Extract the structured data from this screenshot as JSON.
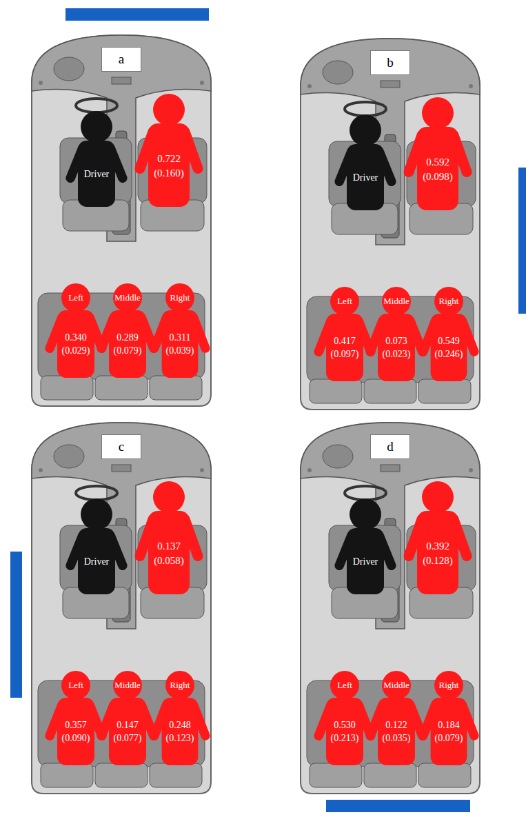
{
  "diagram": {
    "nodes": [
      {
        "text": [
          "a"
        ]
      },
      {
        "text": [
          "Driver"
        ],
        "in": 0
      },
      {
        "text": [
          "0.722 (0.160)"
        ],
        "in": 0
      },
      {
        "text": [
          "Left",
          "0.340 (0.029)"
        ],
        "in": 0
      },
      {
        "text": [
          "Middle",
          "0.289 (0.079)"
        ],
        "in": 0
      },
      {
        "text": [
          "Right",
          "0.311 (0.039)"
        ],
        "in": 0
      },
      {
        "text": [
          "b"
        ]
      },
      {
        "text": [
          "Driver"
        ],
        "in": 6
      },
      {
        "text": [
          "0.592 (0.098)"
        ],
        "in": 6
      },
      {
        "text": [
          "Left",
          "0.417 (0.097)"
        ],
        "in": 6
      },
      {
        "text": [
          "Middle",
          "0.073 (0.023)"
        ],
        "in": 6
      },
      {
        "text": [
          "Right",
          "0.549 (0.246)"
        ],
        "in": 6
      },
      {
        "text": [
          "c"
        ]
      },
      {
        "text": [
          "Driver"
        ],
        "in": 12
      },
      {
        "text": [
          "0.137 (0.058)"
        ],
        "in": 12
      },
      {
        "text": [
          "Left",
          "0.357 (0.090)"
        ],
        "in": 12
      },
      {
        "text": [
          "Middle",
          "0.147 (0.077)"
        ],
        "in": 12
      },
      {
        "text": [
          "Right",
          "0.248 (0.123)"
        ],
        "in": 12
      },
      {
        "text": [
          "d"
        ]
      },
      {
        "text": [
          "Driver"
        ],
        "in": 18
      },
      {
        "text": [
          "0.392 (0.128)"
        ],
        "in": 18
      },
      {
        "text": [
          "Left",
          "0.530 (0.213)"
        ],
        "in": 18
      },
      {
        "text": [
          "Middle",
          "0.122 (0.035)"
        ],
        "in": 18
      },
      {
        "text": [
          "Right",
          "0.184 (0.079)"
        ],
        "in": 18
      }
    ]
  }
}
